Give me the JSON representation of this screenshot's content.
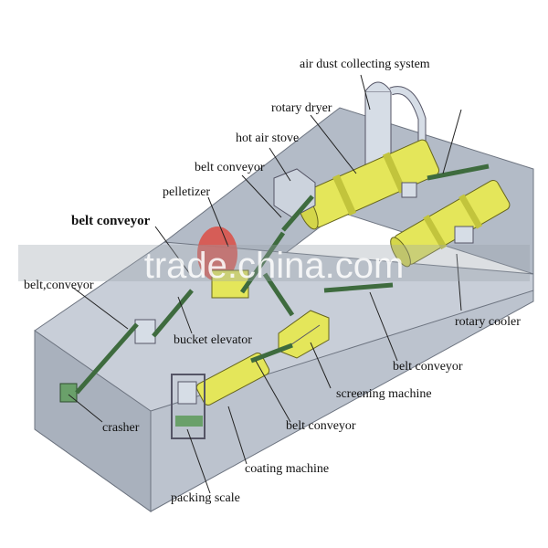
{
  "labels": {
    "air_dust": "air dust collecting system",
    "rotary_dryer": "rotary dryer",
    "hot_air_stove": "hot air stove",
    "belt_conveyor_top": "belt conveyor",
    "pelletizer": "pelletizer",
    "belt_conveyor_left": "belt conveyor",
    "belt_conveyor_far_left": "belt,conveyor",
    "bucket_elevator": "bucket elevator",
    "rotary_cooler": "rotary cooler",
    "belt_conveyor_right": "belt conveyor",
    "screening_machine": "screening machine",
    "belt_conveyor_bottom": "belt conveyor",
    "crasher": "crasher",
    "coating_machine": "coating machine",
    "packing_scale": "packing scale"
  },
  "watermark": "trade.china.com",
  "colors": {
    "floor": "#c9cfd8",
    "wall": "#b4bcc8",
    "equipment_yellow": "#e6e85a",
    "conveyor_green": "#5a8a5a",
    "leader": "#222222"
  }
}
